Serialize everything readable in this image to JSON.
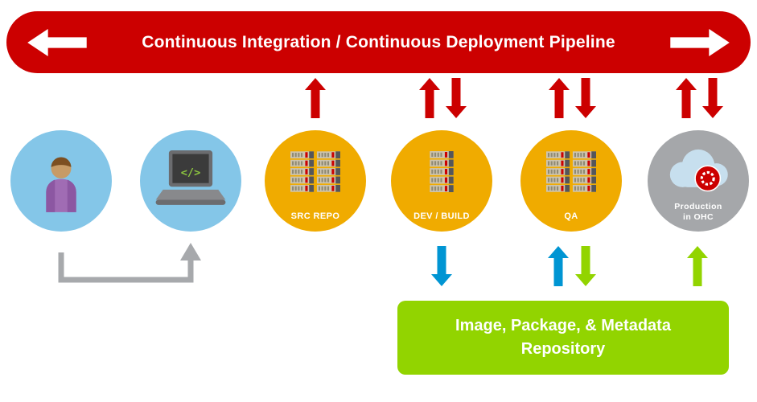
{
  "banner": {
    "title": "Continuous Integration / Continuous Deployment Pipeline"
  },
  "nodes": [
    {
      "name": "developer",
      "icon": "person-icon"
    },
    {
      "name": "workstation",
      "icon": "laptop-icon",
      "code_text": "</>"
    },
    {
      "name": "src-repo",
      "icon": "server-rack-icon",
      "label": "SRC REPO"
    },
    {
      "name": "dev-build",
      "icon": "server-rack-icon",
      "label": "DEV / BUILD"
    },
    {
      "name": "qa",
      "icon": "server-rack-icon",
      "label": "QA"
    },
    {
      "name": "production",
      "icon": "cloud-openshift-icon",
      "label_line1": "Production",
      "label_line2": "in OHC"
    }
  ],
  "repository": {
    "line1": "Image, Package, & Metadata",
    "line2": "Repository"
  },
  "arrows": {
    "banner": [
      "left-arrow-icon",
      "right-arrow-icon"
    ],
    "top_red": [
      {
        "node": "src-repo",
        "directions": [
          "up"
        ]
      },
      {
        "node": "dev-build",
        "directions": [
          "up",
          "down"
        ]
      },
      {
        "node": "qa",
        "directions": [
          "up",
          "down"
        ]
      },
      {
        "node": "production",
        "directions": [
          "up",
          "down"
        ]
      }
    ],
    "bottom": [
      {
        "node": "dev-build",
        "direction": "down",
        "color": "#0095D3"
      },
      {
        "node": "qa",
        "direction": "up",
        "color": "#0095D3"
      },
      {
        "node": "qa",
        "direction": "down",
        "color": "#92D400"
      },
      {
        "node": "production",
        "direction": "up",
        "color": "#92D400"
      }
    ],
    "connector": {
      "from": "developer",
      "to": "workstation",
      "color": "#A7A9AC"
    }
  },
  "colors": {
    "pipeline_red": "#CC0000",
    "node_gold": "#F0AB00",
    "node_blue": "#84C6E8",
    "node_gray": "#A5A7AA",
    "repository_green": "#92D400",
    "arrow_blue": "#0095D3",
    "arrow_green": "#92D400",
    "arrow_red": "#CC0000",
    "connector_gray": "#A7A9AC"
  }
}
